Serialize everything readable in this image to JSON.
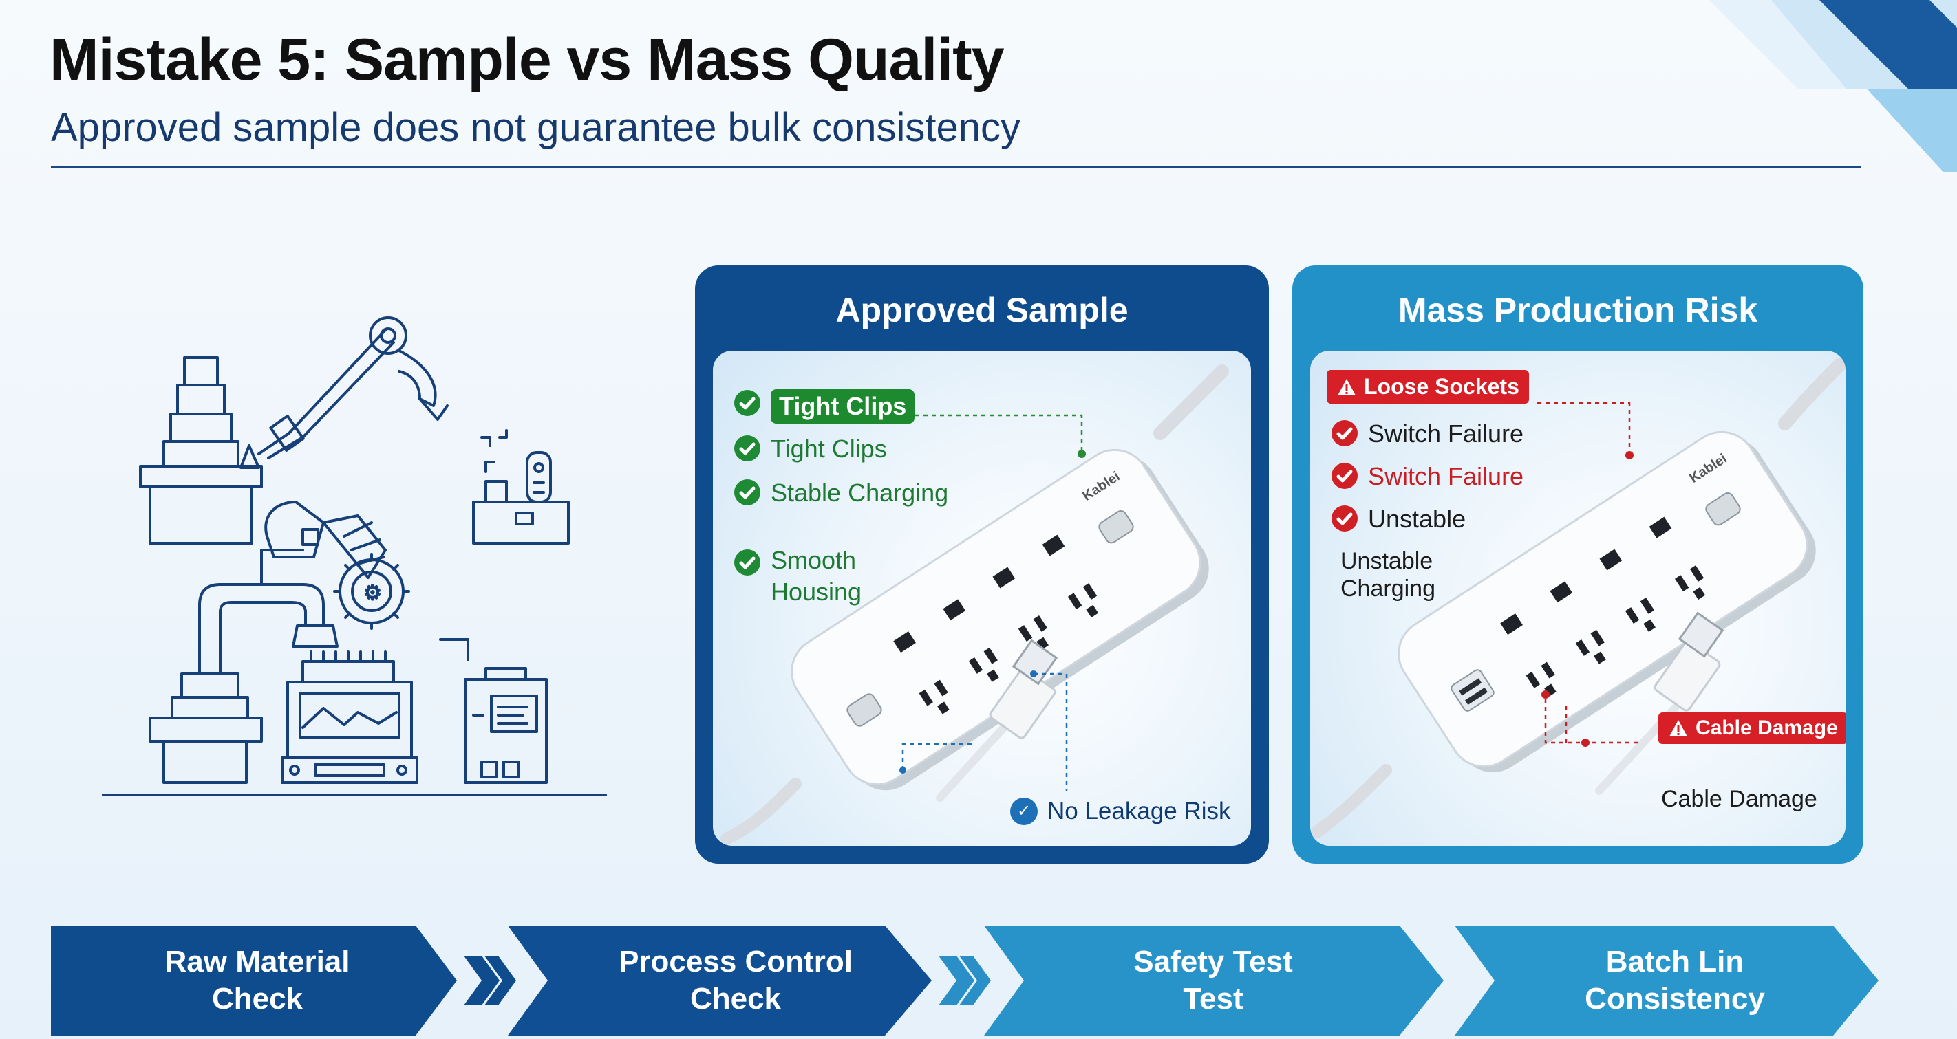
{
  "header": {
    "title": "Mistake 5: Sample vs Mass Quality",
    "subtitle": "Approved sample does not guarantee bulk consistency"
  },
  "approved": {
    "heading": "Approved Sample",
    "device_brand": "Kablei",
    "features": [
      {
        "label": "Tight Clips",
        "style": "highlight"
      },
      {
        "label": "Tight Clips",
        "style": "plain"
      },
      {
        "label": "Stable Charging",
        "style": "plain"
      },
      {
        "label": "Smooth\nHousing",
        "style": "plain"
      }
    ],
    "callout": "No Leakage Risk"
  },
  "risk": {
    "heading": "Mass Production Risk",
    "device_brand": "Kablei",
    "top_tag": "Loose Sockets",
    "issues": [
      {
        "label": "Switch Failure",
        "color": "dark"
      },
      {
        "label": "Switch Failure",
        "color": "red"
      },
      {
        "label": "Unstable",
        "color": "dark"
      }
    ],
    "note": "Unstable\nCharging",
    "cable_tag": "Cable Damage",
    "cable_note": "Cable Damage"
  },
  "process_steps": [
    {
      "label": "Raw Material\nCheck",
      "color": "#0f4c8e"
    },
    {
      "label": "Process Control\nCheck",
      "color": "#104f93"
    },
    {
      "label": "Safety Test\nTest",
      "color": "#2793c9"
    },
    {
      "label": "Batch Lin\nConsistency",
      "color": "#2a97cc"
    }
  ],
  "colors": {
    "navy": "#0f4c8e",
    "sky": "#2291c8",
    "green": "#1e8a30",
    "red": "#d71f27",
    "title": "#111111"
  },
  "icons": [
    "factory-illustration",
    "robot-arm-icon",
    "check-icon",
    "warning-icon",
    "shield-icon",
    "power-strip",
    "usb-plug"
  ]
}
